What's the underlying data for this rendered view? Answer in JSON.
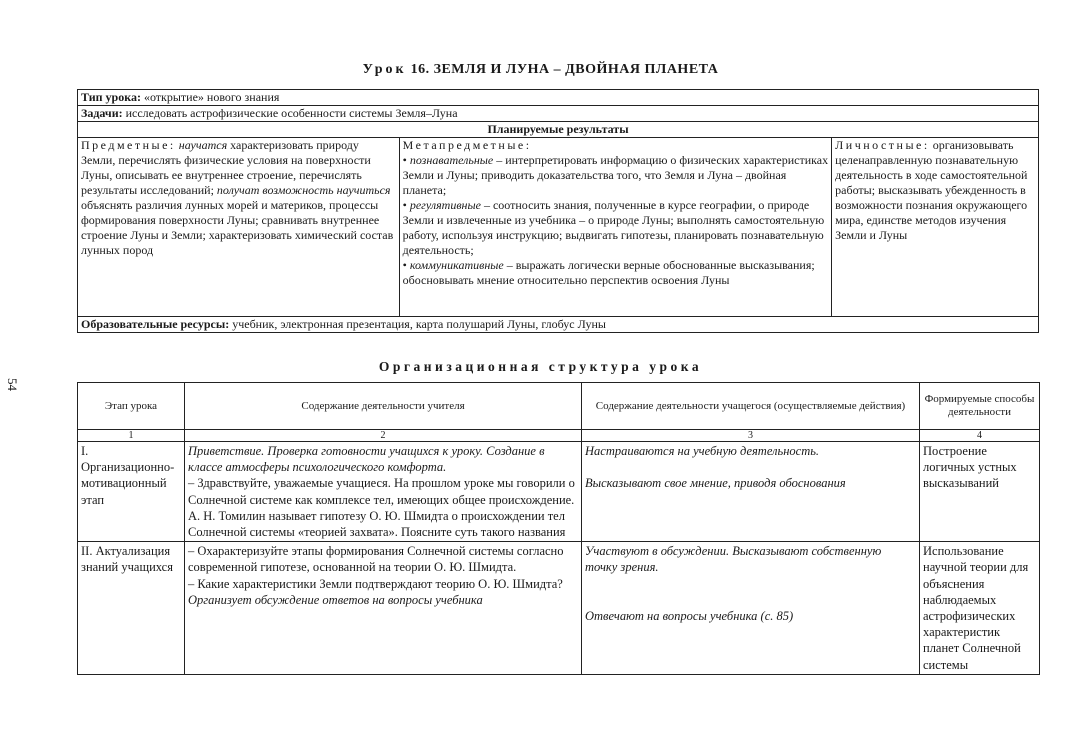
{
  "page_number": "54",
  "title": {
    "prefix": "Урок",
    "rest": "16. ЗЕМЛЯ И ЛУНА – ДВОЙНАЯ ПЛАНЕТА"
  },
  "lesson_type": {
    "label": "Тип урока:",
    "value": "«открытие» нового знания"
  },
  "tasks": {
    "label": "Задачи:",
    "value": "исследовать астрофизические особенности системы Земля–Луна"
  },
  "planned_results": {
    "header": "Планируемые результаты",
    "subject": {
      "label": "Предметные:",
      "learn_label": "научатся",
      "learn_text": "характеризовать природу Земли, перечислять физические условия на поверхности Луны, описывать ее внутреннее строение, перечислять результаты исследований;",
      "opportunity_label": "получат возможность научиться",
      "opportunity_text": "объяснять различия лунных морей и материков, процессы формирования поверхности Луны; сравнивать внутреннее строение Луны и Земли; характеризовать химический состав лунных пород"
    },
    "meta": {
      "label": "Метапредметные:",
      "cognitive_label": "познавательные",
      "cognitive_text": "– интерпретировать информацию о физических характеристиках Земли и Луны; приводить доказательства того, что Земля и Луна – двойная планета;",
      "regulatory_label": "регулятивные",
      "regulatory_text": "– соотносить знания, полученные в курсе географии, о природе Земли и извлеченные из учебника – о природе Луны; выполнять самостоятельную работу, используя инструкцию; выдвигать гипотезы, планировать познавательную деятельность;",
      "communicative_label": "коммуникативные",
      "communicative_text": "– выражать логически верные обоснованные высказывания; обосновывать мнение относительно перспектив освоения Луны"
    },
    "personal": {
      "label": "Личностные:",
      "text": "организовывать целенаправленную познавательную деятельность в ходе самостоятельной работы; высказывать убежденность в возможности познания окружающего мира, единстве методов изучения Земли и Луны"
    }
  },
  "resources": {
    "label": "Образовательные ресурсы:",
    "value": "учебник, электронная презентация, карта полушарий Луны, глобус Луны"
  },
  "structure": {
    "title": "Организационная структура урока",
    "headers": [
      "Этап урока",
      "Содержание деятельности учителя",
      "Содержание деятельности учащегося (осуществляемые действия)",
      "Формируемые способы деятельности"
    ],
    "numbers": [
      "1",
      "2",
      "3",
      "4"
    ],
    "rows": [
      {
        "stage": "I. Организационно-мотивационный этап",
        "teacher_italic": "Приветствие. Проверка готовности учащихся к уроку. Создание в классе атмосферы психологического комфорта.",
        "teacher_text": "– Здравствуйте, уважаемые учащиеся. На прошлом уроке мы говорили о Солнечной системе как комплексе тел, имеющих общее происхождение. А. Н. Томилин называет гипотезу О. Ю. Шмидта о происхождении тел Солнечной системы «теорией захвата». Поясните суть такого названия",
        "student_1": "Настраиваются на учебную деятельность.",
        "student_2": "Высказывают свое мнение, приводя обоснования",
        "skills": "Построение логичных устных высказываний"
      },
      {
        "stage": "II. Актуализация знаний учащихся",
        "teacher_text": "– Охарактеризуйте этапы формирования Солнечной системы согласно современной гипотезе, основанной на теории О. Ю. Шмидта.",
        "teacher_text_2": "– Какие характеристики Земли подтверждают теорию О. Ю. Шмидта?",
        "teacher_italic": "Организует обсуждение ответов на вопросы учебника",
        "student_1": "Участвуют в обсуждении. Высказывают собственную точку зрения.",
        "student_2": "Отвечают на вопросы учебника (с. 85)",
        "skills": "Использование научной теории для объяснения наблюдаемых астрофизических характеристик планет Солнечной системы"
      }
    ]
  }
}
